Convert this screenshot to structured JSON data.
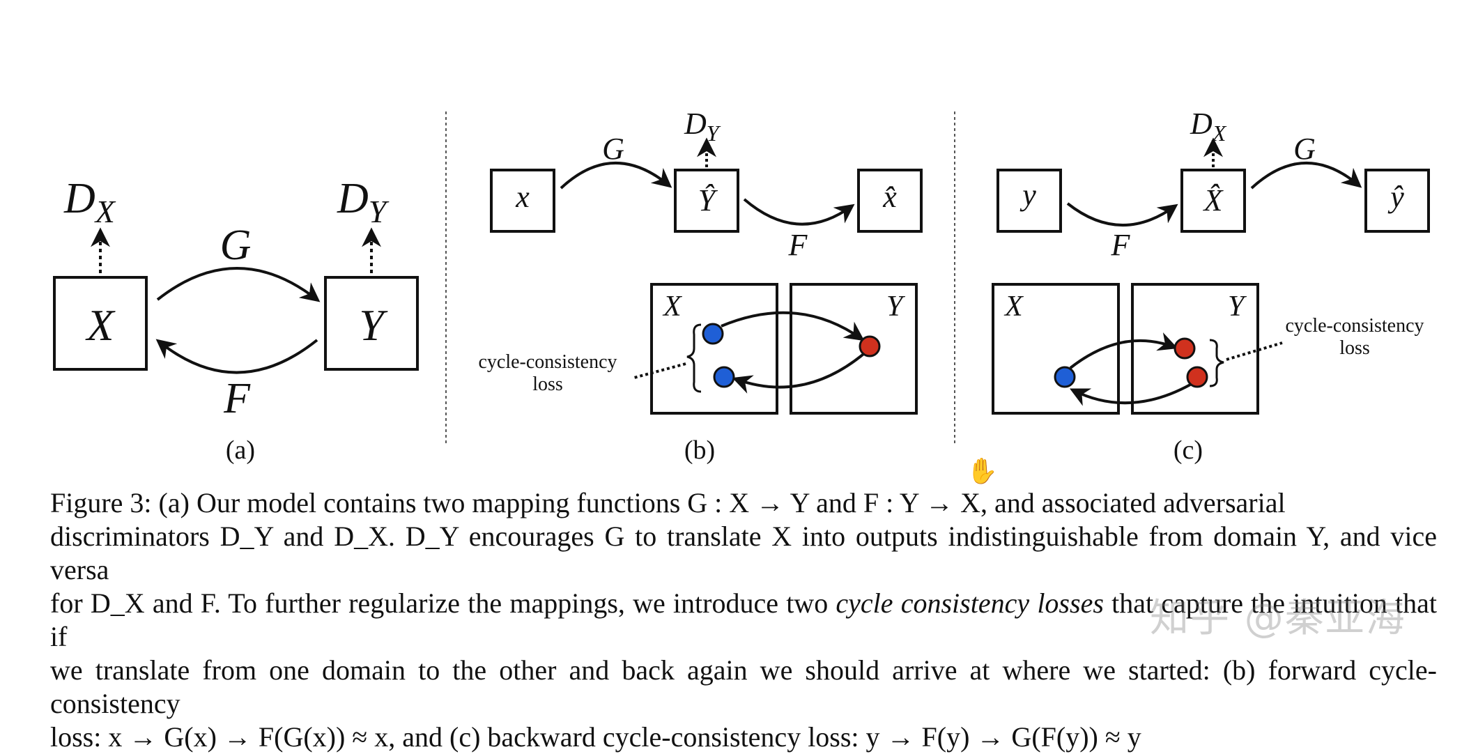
{
  "panel_a": {
    "node_x": "X",
    "node_y": "Y",
    "disc_x": "D",
    "disc_x_sub": "X",
    "disc_y": "D",
    "disc_y_sub": "Y",
    "map_g": "G",
    "map_f": "F",
    "label": "(a)"
  },
  "panel_b": {
    "node_x": "x",
    "node_yhat": "Ŷ",
    "node_xhat": "x̂",
    "disc": "D",
    "disc_sub": "Y",
    "map_g": "G",
    "map_f": "F",
    "domain_x": "X",
    "domain_y": "Y",
    "loss_line1": "cycle-consistency",
    "loss_line2": "loss",
    "label": "(b)"
  },
  "panel_c": {
    "node_y": "y",
    "node_xhat": "X̂",
    "node_yhat": "ŷ",
    "disc": "D",
    "disc_sub": "X",
    "map_g": "G",
    "map_f": "F",
    "domain_x": "X",
    "domain_y": "Y",
    "loss_line1": "cycle-consistency",
    "loss_line2": "loss",
    "label": "(c)"
  },
  "colors": {
    "blue": "#1f5fd6",
    "red": "#d0311e",
    "stroke": "#111111"
  },
  "caption": {
    "line1": "Figure 3:  (a) Our model contains two mapping functions G : X → Y and F : Y → X, and associated adversarial",
    "line2": "discriminators D_Y and D_X. D_Y encourages G to translate X into outputs indistinguishable from domain Y, and vice versa",
    "line3a": "for D_X and F. To further regularize the mappings, we introduce two ",
    "line3em": "cycle consistency losses",
    "line3b": " that capture the intuition that if",
    "line4": "we translate from one domain to the other and back again we should arrive at where we started: (b) forward cycle-consistency",
    "line5": "loss: x → G(x) → F(G(x)) ≈ x, and (c) backward cycle-consistency loss: y → F(y) → G(F(y)) ≈ y"
  },
  "watermark": "知乎 @秦亚海"
}
